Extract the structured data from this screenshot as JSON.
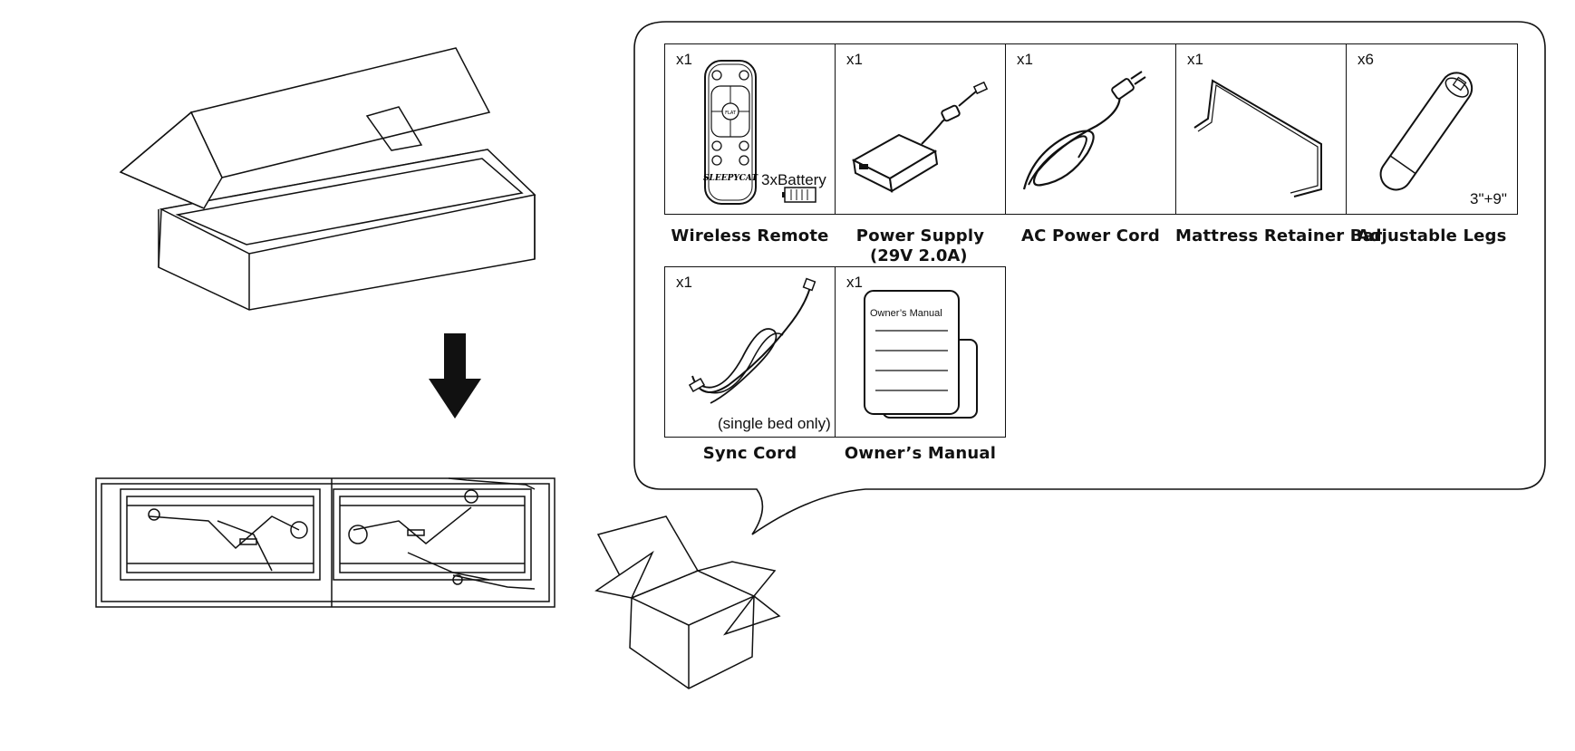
{
  "components": [
    {
      "id": "wireless-remote",
      "qty": "x1",
      "label": "Wireless Remote",
      "note": "3xBattery",
      "remote_brand": "SLEEPYCAT",
      "remote_button": "FLAT",
      "icon": "remote-icon"
    },
    {
      "id": "power-supply",
      "qty": "x1",
      "label_line1": "Power Supply",
      "label_line2": "(29V 2.0A)",
      "icon": "power-adapter-icon"
    },
    {
      "id": "ac-power-cord",
      "qty": "x1",
      "label": "AC Power Cord",
      "icon": "power-cord-icon"
    },
    {
      "id": "mattress-retainer-bar",
      "qty": "x1",
      "label": "Mattress Retainer Bar",
      "icon": "retainer-bar-icon"
    },
    {
      "id": "adjustable-legs",
      "qty": "x6",
      "label": "Adjustable Legs",
      "note": "3\"+9\"",
      "icon": "leg-icon"
    },
    {
      "id": "sync-cord",
      "qty": "x1",
      "label": "Sync Cord",
      "note": "(single bed only)",
      "icon": "sync-cord-icon"
    },
    {
      "id": "owners-manual",
      "qty": "x1",
      "label": "Owner’s Manual",
      "doc_title": "Owner’s Manual",
      "icon": "manual-icon"
    }
  ],
  "illustrations": {
    "top": "open-shipping-box-icon",
    "arrow": "down-arrow-icon",
    "bottom": "folded-bed-base-icon",
    "small": "open-accessory-box-icon"
  },
  "colors": {
    "line": "#111111",
    "background": "#ffffff"
  }
}
